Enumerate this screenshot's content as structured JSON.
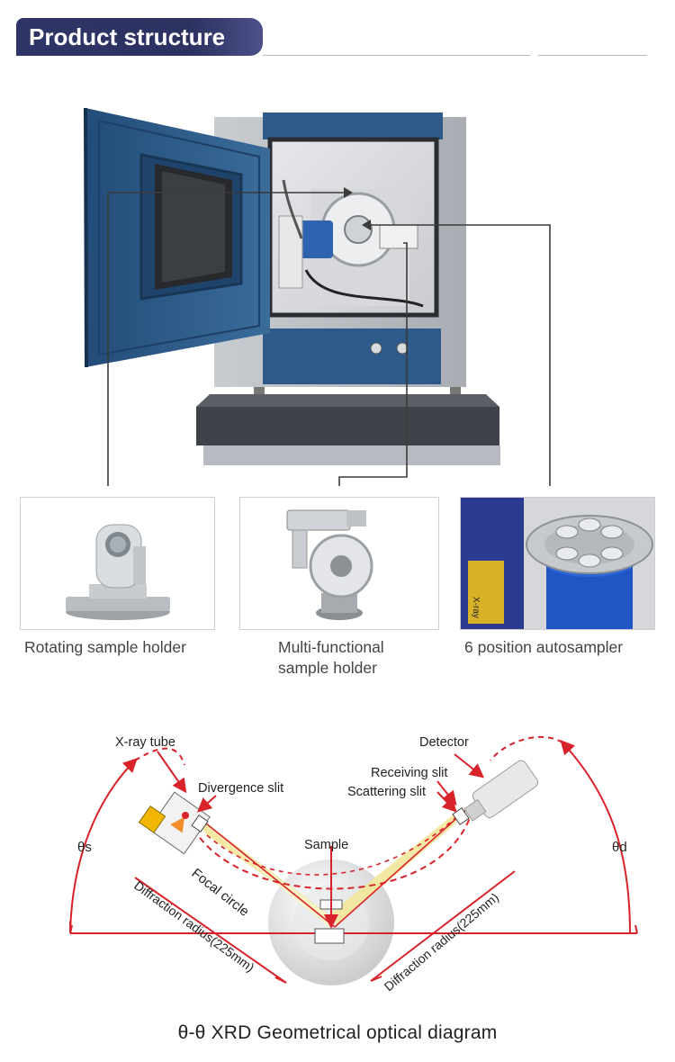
{
  "header": {
    "title": "Product structure"
  },
  "components": [
    {
      "caption": "Rotating sample holder"
    },
    {
      "caption_lines": [
        "Multi-functional",
        "sample holder"
      ]
    },
    {
      "caption": "6 position autosampler"
    }
  ],
  "autosampler_marking": "X-ray",
  "diagram": {
    "labels": {
      "xray_tube": "X-ray tube",
      "divergence_slit": "Divergence slit",
      "sample": "Sample",
      "detector": "Detector",
      "receiving_slit": "Receiving slit",
      "scattering_slit": "Scattering slit",
      "theta_s": "θs",
      "theta_d": "θd",
      "focal_circle": "Focal circle",
      "diffraction_radius_left": "Diffraction radius(225mm)",
      "diffraction_radius_right": "Diffraction radius(225mm)"
    },
    "title": "θ-θ XRD Geometrical optical diagram"
  },
  "colors": {
    "banner": "#2f3566",
    "cabinet_blue": "#2d5a88",
    "cabinet_grey": "#b9bcc2",
    "diagram_red": "#d9232a",
    "beam_yellow": "#f3e79a"
  }
}
